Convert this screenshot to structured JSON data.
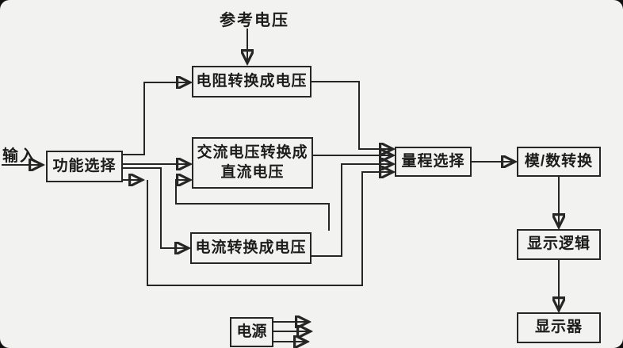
{
  "colors": {
    "background": "#f2f2f0",
    "line": "#262626",
    "text": "#1c1c1c"
  },
  "labels": {
    "input": "输入",
    "reference_voltage": "参考电压"
  },
  "blocks": {
    "function_select": "功能选择",
    "resistance_to_voltage": "电阻转换成电压",
    "ac_to_dc_voltage_line1": "交流电压转换成",
    "ac_to_dc_voltage_line2": "直流电压",
    "current_to_voltage": "电流转换成电压",
    "range_select": "量程选择",
    "analog_digital_convert": "模/数转换",
    "display_logic": "显示逻辑",
    "display_unit": "显示器",
    "power_supply": "电源"
  },
  "edges": [
    {
      "from": "input",
      "to": "function_select"
    },
    {
      "from": "reference_voltage",
      "to": "resistance_to_voltage"
    },
    {
      "from": "function_select",
      "to": "resistance_to_voltage"
    },
    {
      "from": "function_select",
      "to": "ac_to_dc_voltage"
    },
    {
      "from": "function_select",
      "to": "current_to_voltage"
    },
    {
      "from": "function_select",
      "to": "range_select"
    },
    {
      "from": "resistance_to_voltage",
      "to": "range_select"
    },
    {
      "from": "ac_to_dc_voltage",
      "to": "range_select"
    },
    {
      "from": "current_to_voltage",
      "to": "ac_to_dc_voltage"
    },
    {
      "from": "current_to_voltage",
      "to": "range_select"
    },
    {
      "from": "range_select",
      "to": "analog_digital_convert"
    },
    {
      "from": "analog_digital_convert",
      "to": "display_logic"
    },
    {
      "from": "display_logic",
      "to": "display_unit"
    }
  ],
  "power_supply_output_arrows": 3
}
